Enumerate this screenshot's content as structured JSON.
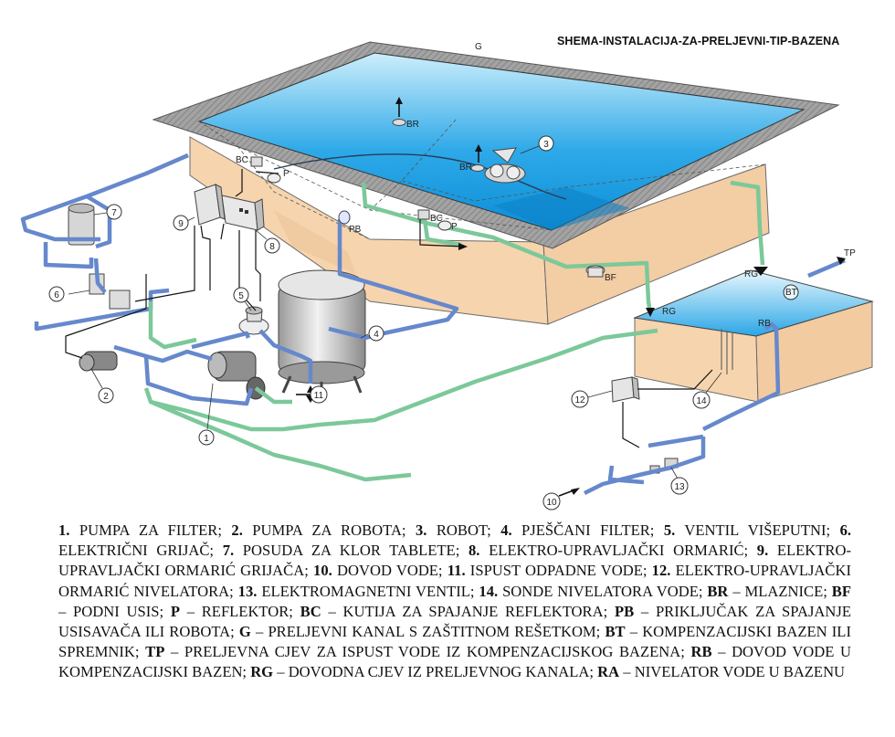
{
  "title": "SHEMA-INSTALACIJA-ZA-PRELJEVNI-TIP-BAZENA",
  "diagram": {
    "colors": {
      "water": "#1fa3e6",
      "water_light": "#9fd9f5",
      "wall": "#f6d3ad",
      "deck": "#9a9a9a",
      "blue_pipe": "#6d8fcf",
      "green_pipe": "#7fc99a",
      "black_line": "#111111"
    },
    "labels": {
      "G": "G",
      "BR1": "BR",
      "BR2": "BR",
      "BC1": "BC",
      "BC2": "BC",
      "P1": "P",
      "P2": "P",
      "PB": "PB",
      "BF": "BF",
      "RG1": "RG",
      "RG2": "RG",
      "RB": "RB",
      "BT": "BT",
      "TP": "TP"
    },
    "numbers": {
      "n1": "1",
      "n2": "2",
      "n3": "3",
      "n4": "4",
      "n5": "5",
      "n6": "6",
      "n7": "7",
      "n8": "8",
      "n9": "9",
      "n10": "10",
      "n11": "11",
      "n12": "12",
      "n13": "13",
      "n14": "14"
    }
  },
  "legend": [
    {
      "key": "1.",
      "text": " PUMPA ZA FILTER; "
    },
    {
      "key": "2.",
      "text": " PUMPA ZA ROBOTA; "
    },
    {
      "key": "3.",
      "text": " ROBOT; "
    },
    {
      "key": "4.",
      "text": " PJEŠČANI FILTER; "
    },
    {
      "key": "5.",
      "text": " VENTIL VIŠEPUTNI; "
    },
    {
      "key": "6.",
      "text": " ELEKTRIČNI GRIJAČ; "
    },
    {
      "key": "7.",
      "text": " POSUDA ZA KLOR TABLETE; "
    },
    {
      "key": "8.",
      "text": " ELEKTRO-UPRAVLJAČKI ORMARIĆ; "
    },
    {
      "key": "9.",
      "text": " ELEKTRO-UPRAVLJAČKI ORMARIĆ GRIJAČA; "
    },
    {
      "key": "10.",
      "text": " DOVOD VODE; "
    },
    {
      "key": "11.",
      "text": " ISPUST ODPADNE VODE; "
    },
    {
      "key": "12.",
      "text": " ELEKTRO-UPRAVLJAČKI ORMARIĆ NIVELATORA; "
    },
    {
      "key": "13.",
      "text": " ELEKTROMAGNETNI VENTIL; "
    },
    {
      "key": "14.",
      "text": " SONDE NIVELATORA VODE; "
    },
    {
      "key": "BR",
      "text": " – MLAZNICE; "
    },
    {
      "key": "BF",
      "text": " – PODNI USIS; "
    },
    {
      "key": "P",
      "text": " – REFLEKTOR; "
    },
    {
      "key": "BC",
      "text": " – KUTIJA ZA SPAJANJE REFLEKTORA; "
    },
    {
      "key": "PB",
      "text": " – PRIKLJUČAK ZA SPAJANJE USISAVAČA ILI ROBOTA; "
    },
    {
      "key": "G",
      "text": " – PRELJEVNI KANAL S ZAŠTITNOM REŠETKOM; "
    },
    {
      "key": "BT",
      "text": " – KOMPENZACIJSKI BAZEN ILI SPREMNIK; "
    },
    {
      "key": "TP",
      "text": " – PRELJEVNA CJEV ZA ISPUST VODE IZ KOMPENZACIJSKOG BAZENA; "
    },
    {
      "key": "RB",
      "text": " – DOVOD VODE U KOMPENZACIJSKI BAZEN; "
    },
    {
      "key": "RG",
      "text": " – DOVODNA CJEV IZ PRELJEVNOG KANALA; "
    },
    {
      "key": "RA",
      "text": " – NIVELATOR VODE U BAZENU"
    }
  ]
}
